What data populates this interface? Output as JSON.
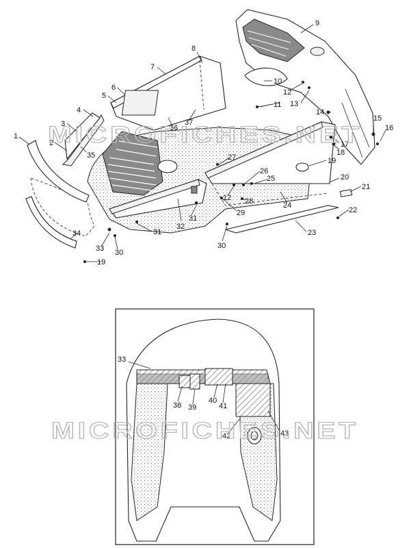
{
  "watermark_text": "MICROFICHES.NET",
  "top_callouts": [
    "1",
    "2",
    "3",
    "4",
    "5",
    "6",
    "7",
    "8",
    "9",
    "10",
    "11",
    "12",
    "13",
    "14",
    "15",
    "16",
    "17",
    "18",
    "19",
    "20",
    "21",
    "22",
    "23",
    "24",
    "25",
    "26",
    "27",
    "28",
    "29",
    "30",
    "31",
    "32",
    "33",
    "34",
    "35",
    "36",
    "37",
    "12",
    "19",
    "30",
    "31",
    "33"
  ],
  "inset_callouts": [
    "33",
    "38",
    "39",
    "40",
    "41",
    "42",
    "43"
  ],
  "colors": {
    "line": "#222222",
    "watermark": "#b9b9b9",
    "fill_dark": "#8a8a8a"
  }
}
